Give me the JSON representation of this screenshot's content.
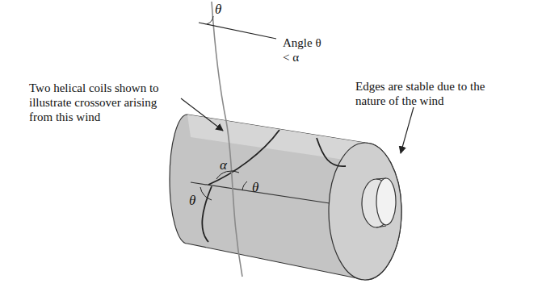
{
  "diagram": {
    "labels": [
      "θ",
      "Angle θ < α",
      "Two helical coils shown to illustrate crossover arising from this wind",
      "Edges are stable due to the nature of the wind",
      "θ",
      "α",
      "θ"
    ]
  }
}
